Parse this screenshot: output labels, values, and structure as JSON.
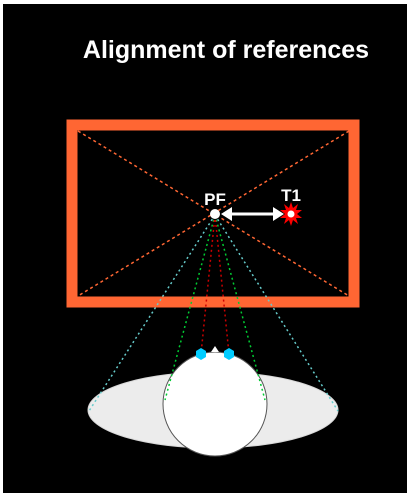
{
  "title": "Alignment of references",
  "labels": {
    "pf": "PF",
    "t1": "T1"
  },
  "colors": {
    "background": "#000000",
    "frame_border": "#ff6633",
    "diagonal": "#ff6633",
    "text": "#ffffff",
    "target_red": "#ff0000",
    "green_lines": "#00cc33",
    "red_lines": "#cc0000",
    "cyan_lines": "#66cccc",
    "eye_cyan": "#00ccff",
    "ellipse_fill": "#ececec",
    "head_fill": "#ffffff"
  },
  "icons": {
    "target": "red-sunburst-dot",
    "arrow": "double-headed-arrow",
    "eyes": "cyan-eye-markers"
  }
}
